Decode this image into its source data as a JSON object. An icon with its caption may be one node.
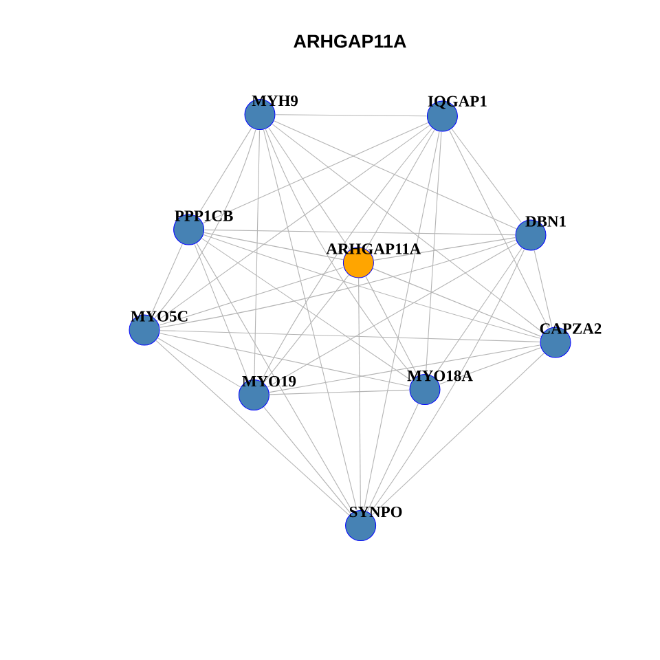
{
  "diagram": {
    "title": "ARHGAP11A",
    "nodes": [
      {
        "text": [
          "ARHGAP11A"
        ]
      },
      {
        "text": [
          "MYH9"
        ]
      },
      {
        "text": [
          "IQGAP1"
        ]
      },
      {
        "text": [
          "PPP1CB"
        ]
      },
      {
        "text": [
          "DBN1"
        ]
      },
      {
        "text": [
          "MYO5C"
        ]
      },
      {
        "text": [
          "CAPZA2"
        ]
      },
      {
        "text": [
          "MYO19"
        ]
      },
      {
        "text": [
          "MYO18A"
        ]
      },
      {
        "text": [
          "SYNPO"
        ]
      }
    ],
    "edges": [
      {
        "from": 0,
        "to": 1,
        "arrow": "none"
      },
      {
        "from": 0,
        "to": 2,
        "arrow": "none"
      },
      {
        "from": 0,
        "to": 3,
        "arrow": "none"
      },
      {
        "from": 0,
        "to": 4,
        "arrow": "none"
      },
      {
        "from": 0,
        "to": 5,
        "arrow": "none"
      },
      {
        "from": 0,
        "to": 6,
        "arrow": "none"
      },
      {
        "from": 0,
        "to": 7,
        "arrow": "none"
      },
      {
        "from": 0,
        "to": 8,
        "arrow": "none"
      },
      {
        "from": 0,
        "to": 9,
        "arrow": "none"
      },
      {
        "from": 1,
        "to": 2,
        "arrow": "none"
      },
      {
        "from": 1,
        "to": 3,
        "arrow": "none"
      },
      {
        "from": 1,
        "to": 4,
        "arrow": "none"
      },
      {
        "from": 1,
        "to": 5,
        "arrow": "none"
      },
      {
        "from": 1,
        "to": 6,
        "arrow": "none"
      },
      {
        "from": 1,
        "to": 7,
        "arrow": "none"
      },
      {
        "from": 1,
        "to": 8,
        "arrow": "none"
      },
      {
        "from": 1,
        "to": 9,
        "arrow": "none"
      },
      {
        "from": 2,
        "to": 3,
        "arrow": "none"
      },
      {
        "from": 2,
        "to": 4,
        "arrow": "none"
      },
      {
        "from": 2,
        "to": 5,
        "arrow": "none"
      },
      {
        "from": 2,
        "to": 6,
        "arrow": "none"
      },
      {
        "from": 2,
        "to": 7,
        "arrow": "none"
      },
      {
        "from": 2,
        "to": 8,
        "arrow": "none"
      },
      {
        "from": 2,
        "to": 9,
        "arrow": "none"
      },
      {
        "from": 3,
        "to": 4,
        "arrow": "none"
      },
      {
        "from": 3,
        "to": 5,
        "arrow": "none"
      },
      {
        "from": 3,
        "to": 6,
        "arrow": "none"
      },
      {
        "from": 3,
        "to": 7,
        "arrow": "none"
      },
      {
        "from": 3,
        "to": 8,
        "arrow": "none"
      },
      {
        "from": 3,
        "to": 9,
        "arrow": "none"
      },
      {
        "from": 4,
        "to": 5,
        "arrow": "none"
      },
      {
        "from": 4,
        "to": 6,
        "arrow": "none"
      },
      {
        "from": 4,
        "to": 7,
        "arrow": "none"
      },
      {
        "from": 4,
        "to": 8,
        "arrow": "none"
      },
      {
        "from": 4,
        "to": 9,
        "arrow": "none"
      },
      {
        "from": 5,
        "to": 6,
        "arrow": "none"
      },
      {
        "from": 5,
        "to": 7,
        "arrow": "none"
      },
      {
        "from": 5,
        "to": 8,
        "arrow": "none"
      },
      {
        "from": 5,
        "to": 9,
        "arrow": "none"
      },
      {
        "from": 6,
        "to": 7,
        "arrow": "none"
      },
      {
        "from": 6,
        "to": 8,
        "arrow": "none"
      },
      {
        "from": 6,
        "to": 9,
        "arrow": "none"
      },
      {
        "from": 7,
        "to": 8,
        "arrow": "none"
      },
      {
        "from": 7,
        "to": 9,
        "arrow": "none"
      },
      {
        "from": 8,
        "to": 9,
        "arrow": "none"
      }
    ]
  }
}
